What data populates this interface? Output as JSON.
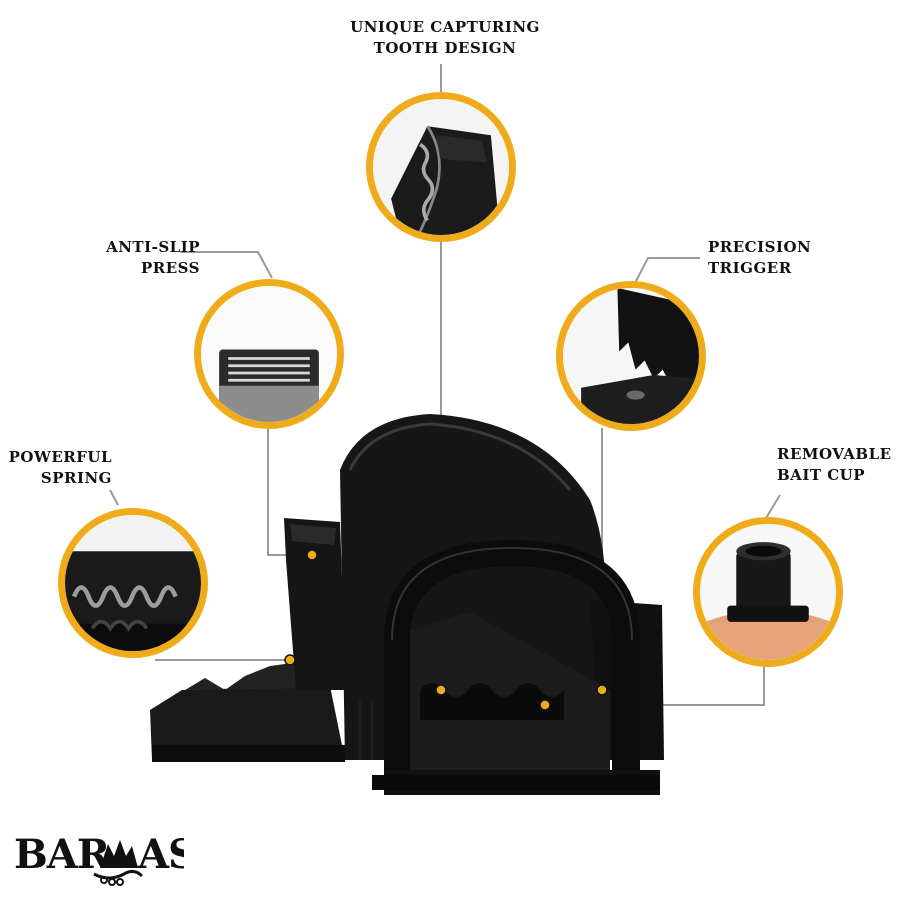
{
  "labels": {
    "capturing_tooth": {
      "line1": "UNIQUE CAPTURING",
      "line2": "TOOTH DESIGN"
    },
    "anti_slip": {
      "line1": "ANTI-SLIP",
      "line2": "PRESS"
    },
    "precision_trigger": {
      "line1": "PRECISION",
      "line2": "TRIGGER"
    },
    "powerful_spring": {
      "line1": "POWERFUL",
      "line2": "SPRING"
    },
    "bait_cup": {
      "line1": "REMOVABLE",
      "line2": "BAIT CUP"
    }
  },
  "brand": {
    "logo_left": "BAR",
    "logo_right": "AS"
  },
  "colors": {
    "accent": "#f0ab1a",
    "connector": "#9a9a9a",
    "product": "#141414",
    "text": "#111111"
  }
}
